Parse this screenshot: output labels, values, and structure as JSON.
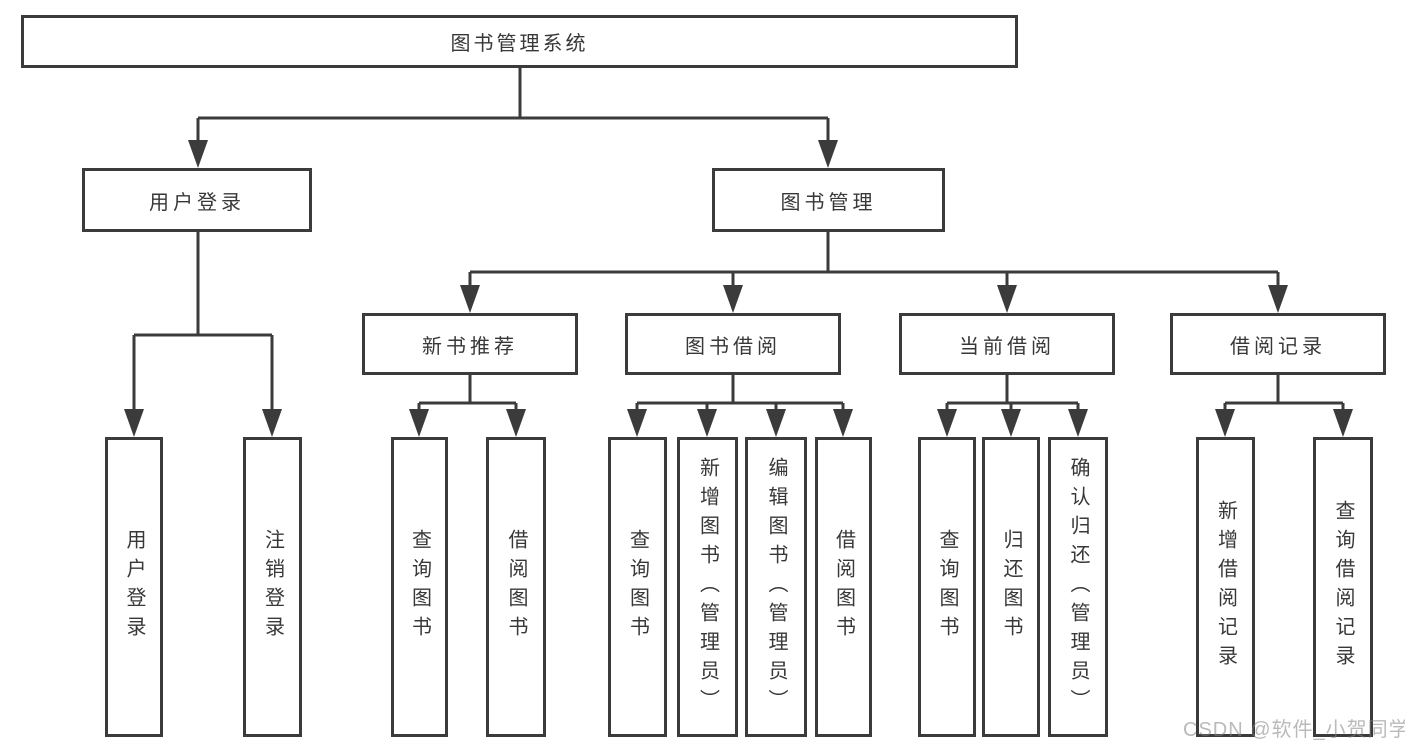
{
  "tree": {
    "label": "图书管理系统",
    "children": [
      {
        "label": "用户登录",
        "children": [
          {
            "label": "用户登录"
          },
          {
            "label": "注销登录"
          }
        ]
      },
      {
        "label": "图书管理",
        "children": [
          {
            "label": "新书推荐",
            "children": [
              {
                "label": "查询图书"
              },
              {
                "label": "借阅图书"
              }
            ]
          },
          {
            "label": "图书借阅",
            "children": [
              {
                "label": "查询图书"
              },
              {
                "label": "新增图书（管理员）"
              },
              {
                "label": "编辑图书（管理员）"
              },
              {
                "label": "借阅图书"
              }
            ]
          },
          {
            "label": "当前借阅",
            "children": [
              {
                "label": "查询图书"
              },
              {
                "label": "归还图书"
              },
              {
                "label": "确认归还（管理员）"
              }
            ]
          },
          {
            "label": "借阅记录",
            "children": [
              {
                "label": "新增借阅记录"
              },
              {
                "label": "查询借阅记录"
              }
            ]
          }
        ]
      }
    ]
  },
  "watermark": "CSDN @软件_小贺同学",
  "colors": {
    "line": "#3b3b3b",
    "text": "#383838",
    "background": "#ffffff",
    "watermark": "#c9c9c9"
  }
}
